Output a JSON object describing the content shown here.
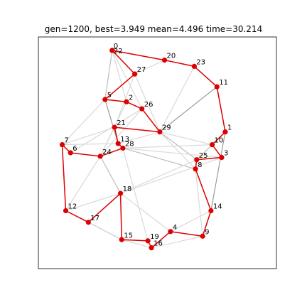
{
  "title": "gen=1200, best=3.949 mean=4.496 time=30.214",
  "chart_data": {
    "type": "scatter",
    "subtype": "tsp-route-graph",
    "title": "gen=1200, best=3.949 mean=4.496 time=30.214",
    "xlabel": "",
    "ylabel": "",
    "axes_ticks_visible": false,
    "grid": false,
    "colors": {
      "route": "#dd0000",
      "node": "#dd0000",
      "population_edge_light": "#d9d9d9",
      "population_edge_mid": "#bdbdbd",
      "population_edge_dark": "#9a9a9a",
      "frame": "#000000"
    },
    "nodes": [
      {
        "id": 0,
        "x": 0.31,
        "y": 0.942
      },
      {
        "id": 22,
        "x": 0.31,
        "y": 0.942
      },
      {
        "id": 20,
        "x": 0.53,
        "y": 0.9
      },
      {
        "id": 23,
        "x": 0.655,
        "y": 0.873
      },
      {
        "id": 27,
        "x": 0.405,
        "y": 0.84
      },
      {
        "id": 11,
        "x": 0.75,
        "y": 0.785
      },
      {
        "id": 5,
        "x": 0.28,
        "y": 0.73
      },
      {
        "id": 2,
        "x": 0.37,
        "y": 0.72
      },
      {
        "id": 26,
        "x": 0.435,
        "y": 0.69
      },
      {
        "id": 21,
        "x": 0.32,
        "y": 0.61
      },
      {
        "id": 29,
        "x": 0.51,
        "y": 0.59
      },
      {
        "id": 1,
        "x": 0.785,
        "y": 0.59
      },
      {
        "id": 13,
        "x": 0.335,
        "y": 0.54
      },
      {
        "id": 28,
        "x": 0.355,
        "y": 0.52
      },
      {
        "id": 10,
        "x": 0.73,
        "y": 0.535
      },
      {
        "id": 7,
        "x": 0.1,
        "y": 0.535
      },
      {
        "id": 6,
        "x": 0.135,
        "y": 0.5
      },
      {
        "id": 24,
        "x": 0.26,
        "y": 0.485
      },
      {
        "id": 3,
        "x": 0.77,
        "y": 0.48
      },
      {
        "id": 25,
        "x": 0.665,
        "y": 0.47
      },
      {
        "id": 8,
        "x": 0.66,
        "y": 0.43
      },
      {
        "id": 18,
        "x": 0.345,
        "y": 0.325
      },
      {
        "id": 12,
        "x": 0.115,
        "y": 0.25
      },
      {
        "id": 14,
        "x": 0.725,
        "y": 0.25
      },
      {
        "id": 17,
        "x": 0.21,
        "y": 0.2
      },
      {
        "id": 4,
        "x": 0.555,
        "y": 0.16
      },
      {
        "id": 9,
        "x": 0.69,
        "y": 0.14
      },
      {
        "id": 15,
        "x": 0.35,
        "y": 0.125
      },
      {
        "id": 19,
        "x": 0.46,
        "y": 0.12
      },
      {
        "id": 16,
        "x": 0.475,
        "y": 0.09
      }
    ],
    "best_route": [
      0,
      20,
      23,
      11,
      1,
      10,
      3,
      25,
      8,
      14,
      9,
      4,
      16,
      19,
      15,
      18,
      17,
      12,
      7,
      6,
      24,
      28,
      13,
      21,
      29,
      26,
      2,
      5,
      27,
      22,
      0
    ],
    "population_edges": [
      {
        "a": 0,
        "b": 5,
        "tone": "mid"
      },
      {
        "a": 0,
        "b": 2,
        "tone": "light"
      },
      {
        "a": 22,
        "b": 26,
        "tone": "light"
      },
      {
        "a": 27,
        "b": 20,
        "tone": "light"
      },
      {
        "a": 27,
        "b": 29,
        "tone": "light"
      },
      {
        "a": 27,
        "b": 21,
        "tone": "light"
      },
      {
        "a": 11,
        "b": 29,
        "tone": "dark"
      },
      {
        "a": 23,
        "b": 29,
        "tone": "light"
      },
      {
        "a": 5,
        "b": 13,
        "tone": "dark"
      },
      {
        "a": 5,
        "b": 7,
        "tone": "light"
      },
      {
        "a": 2,
        "b": 24,
        "tone": "light"
      },
      {
        "a": 26,
        "b": 24,
        "tone": "light"
      },
      {
        "a": 26,
        "b": 6,
        "tone": "light"
      },
      {
        "a": 21,
        "b": 7,
        "tone": "light"
      },
      {
        "a": 21,
        "b": 24,
        "tone": "light"
      },
      {
        "a": 29,
        "b": 25,
        "tone": "mid"
      },
      {
        "a": 29,
        "b": 8,
        "tone": "light"
      },
      {
        "a": 29,
        "b": 10,
        "tone": "light"
      },
      {
        "a": 29,
        "b": 13,
        "tone": "light"
      },
      {
        "a": 1,
        "b": 14,
        "tone": "dark"
      },
      {
        "a": 10,
        "b": 25,
        "tone": "mid"
      },
      {
        "a": 10,
        "b": 28,
        "tone": "light"
      },
      {
        "a": 3,
        "b": 28,
        "tone": "light"
      },
      {
        "a": 3,
        "b": 18,
        "tone": "light"
      },
      {
        "a": 28,
        "b": 8,
        "tone": "mid"
      },
      {
        "a": 28,
        "b": 19,
        "tone": "light"
      },
      {
        "a": 24,
        "b": 18,
        "tone": "mid"
      },
      {
        "a": 24,
        "b": 12,
        "tone": "light"
      },
      {
        "a": 7,
        "b": 13,
        "tone": "light"
      },
      {
        "a": 18,
        "b": 12,
        "tone": "light"
      },
      {
        "a": 18,
        "b": 25,
        "tone": "light"
      },
      {
        "a": 18,
        "b": 4,
        "tone": "light"
      },
      {
        "a": 17,
        "b": 15,
        "tone": "dark"
      },
      {
        "a": 12,
        "b": 15,
        "tone": "light"
      },
      {
        "a": 15,
        "b": 16,
        "tone": "light"
      },
      {
        "a": 16,
        "b": 9,
        "tone": "light"
      },
      {
        "a": 4,
        "b": 14,
        "tone": "light"
      },
      {
        "a": 8,
        "b": 9,
        "tone": "light"
      },
      {
        "a": 17,
        "b": 18,
        "tone": "mid"
      }
    ],
    "xlim": [
      0,
      1
    ],
    "ylim": [
      0,
      1
    ]
  }
}
